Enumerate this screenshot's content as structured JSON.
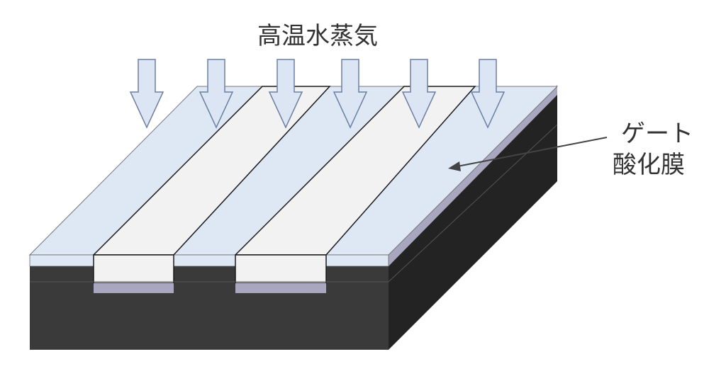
{
  "labels": {
    "steam": "高温水蒸気",
    "gate_oxide_line1": "ゲート",
    "gate_oxide_line2": "酸化膜"
  },
  "colors": {
    "background": "#ffffff",
    "substrate_front": "#3a3a3a",
    "substrate_side": "#232323",
    "oxide_surface": "#dde8f4",
    "oxide_edge": "#a9a6c0",
    "gate_stripe": "#f2f2f2",
    "arrow_fill": "#dce5f3",
    "arrow_stroke": "#6c7fa3",
    "outline": "#1a1a1a"
  },
  "icons": {
    "steam_arrow": "down-arrow-icon"
  }
}
